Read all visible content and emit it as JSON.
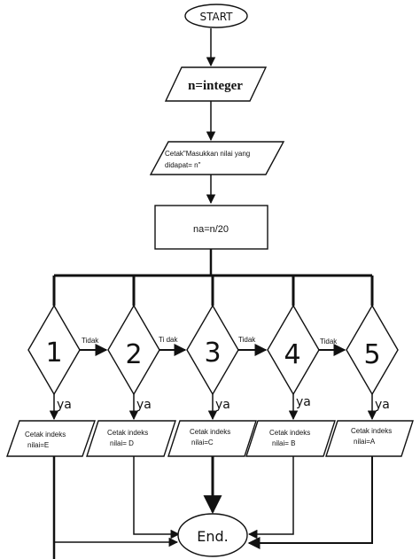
{
  "flowchart": {
    "start_label": "START",
    "input_label": "n=integer",
    "print_prompt": {
      "line1": "Cetak\"Masukkan nilai yang",
      "line2": "didapat= n\""
    },
    "process_label": "na=n/20",
    "decisions": [
      {
        "label": "1",
        "no_label": "Tidak",
        "yes_label": "ya",
        "output_line1": "Cetak indeks",
        "output_line2": "nilai=E"
      },
      {
        "label": "2",
        "no_label": "Ti dak",
        "yes_label": "ya",
        "output_line1": "Cetak indeks",
        "output_line2": "nilai= D"
      },
      {
        "label": "3",
        "no_label": "Tidak",
        "yes_label": "ya",
        "output_line1": "Cetak indeks",
        "output_line2": "nilai=C"
      },
      {
        "label": "4",
        "no_label": "Tidak",
        "yes_label": "ya",
        "output_line1": "Cetak indeks",
        "output_line2": "nilai= B"
      },
      {
        "label": "5",
        "no_label": "",
        "yes_label": "ya",
        "output_line1": "Cetak indeks",
        "output_line2": "nilai=A"
      }
    ],
    "end_label": "End."
  }
}
